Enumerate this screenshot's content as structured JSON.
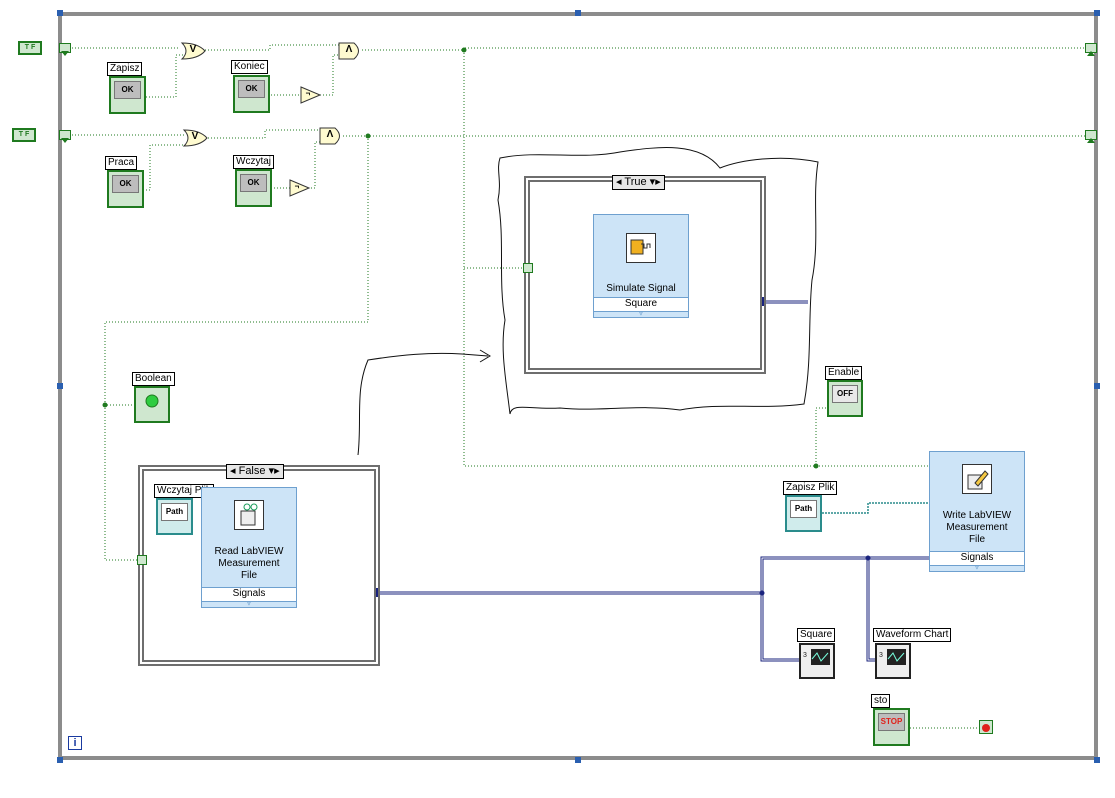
{
  "controls": {
    "zapisz": "Zapisz",
    "koniec": "Koniec",
    "praca": "Praca",
    "wczytaj": "Wczytaj",
    "boolean": "Boolean",
    "enable": "Enable",
    "wczytaj_plik": "Wczytaj Plik",
    "zapisz_plik": "Zapisz Plik",
    "square_chart": "Square",
    "waveform_chart": "Waveform Chart",
    "sto": "sto"
  },
  "button_text": {
    "ok": "OK",
    "off": "OFF",
    "stop": "STOP",
    "path": "Path"
  },
  "shift_registers": {
    "top": "T F",
    "bottom": "T F"
  },
  "gates": {
    "or": "V",
    "and": "Λ",
    "not": "¬"
  },
  "cases": {
    "upper_selector": "True",
    "lower_selector": "False"
  },
  "express_vis": {
    "simulate": {
      "title": "Simulate Signal",
      "port": "Square"
    },
    "read": {
      "title": "Read LabVIEW Measurement File",
      "port": "Signals"
    },
    "write": {
      "title": "Write LabVIEW Measurement File",
      "port": "Signals"
    }
  },
  "info": "i",
  "colors": {
    "boolean_wire": "#1f7a1f",
    "dynamic_wire": "#1a237e",
    "path_wire": "#2a8c8c",
    "frame": "#8c8c8c",
    "express_bg": "#cde4f7",
    "led": "#2ecc40",
    "stop_red": "#e0201a"
  }
}
